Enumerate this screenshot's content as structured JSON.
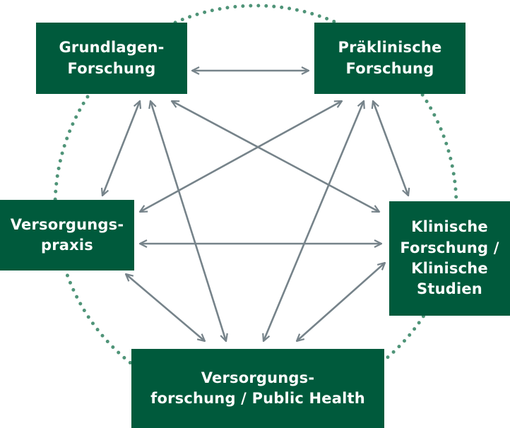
{
  "colors": {
    "box": "#005a3c",
    "box_text": "#ffffff",
    "arrow": "#76838a",
    "dotted_circle": "#4f9478"
  },
  "nodes": {
    "grundlagen": {
      "lines": [
        "Grundlagen-",
        "Forschung"
      ]
    },
    "praeklinisch": {
      "lines": [
        "Präklinische",
        "Forschung"
      ]
    },
    "praxis": {
      "lines": [
        "Versorgungs-",
        "praxis"
      ]
    },
    "klinisch": {
      "lines": [
        "Klinische",
        "Forschung /",
        "Klinische",
        "Studien"
      ]
    },
    "versorgungsforschung": {
      "lines": [
        "Versorgungs-",
        "forschung / Public Health"
      ]
    }
  },
  "connections": [
    [
      "grundlagen",
      "praeklinisch"
    ],
    [
      "grundlagen",
      "praxis"
    ],
    [
      "grundlagen",
      "versorgungsforschung"
    ],
    [
      "grundlagen",
      "klinisch"
    ],
    [
      "praeklinisch",
      "praxis"
    ],
    [
      "praeklinisch",
      "versorgungsforschung"
    ],
    [
      "praeklinisch",
      "klinisch"
    ],
    [
      "praxis",
      "klinisch"
    ],
    [
      "praxis",
      "versorgungsforschung"
    ],
    [
      "klinisch",
      "versorgungsforschung"
    ]
  ]
}
